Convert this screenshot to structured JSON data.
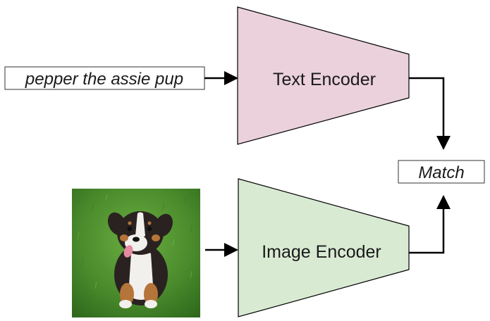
{
  "diagram": {
    "input_text": "pepper the assie pup",
    "text_encoder_label": "Text Encoder",
    "image_encoder_label": "Image Encoder",
    "match_label": "Match",
    "colors": {
      "text_encoder_fill": "#ead1dc",
      "image_encoder_fill": "#d9ead3",
      "stroke": "#000000",
      "grass": "#4a8a2c",
      "dog_dark": "#2a2220",
      "dog_white": "#f2f0ec",
      "dog_tan": "#b5743a"
    },
    "icons": {
      "input_image": "puppy-photo",
      "arrow": "arrow-icon"
    }
  }
}
